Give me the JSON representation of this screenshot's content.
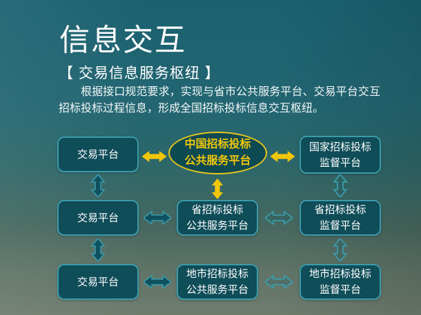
{
  "slide": {
    "title": "信息交互",
    "subtitle": "【 交易信息服务枢纽 】",
    "paragraph": "根据接口规范要求，实现与省市公共服务平台、交易平台交互招标投标过程信息，形成全国招标投标信息交互枢纽。"
  },
  "diagram": {
    "hub": {
      "line1": "中国招标投标",
      "line2": "公共服务平台"
    },
    "row1": {
      "trading": "交易平台",
      "national_line1": "国家招标投标",
      "national_line2": "监督平台"
    },
    "row2": {
      "trading": "交易平台",
      "service_line1": "省招标投标",
      "service_line2": "公共服务平台",
      "supervision_line1": "省招标投标",
      "supervision_line2": "监督平台"
    },
    "row3": {
      "trading": "交易平台",
      "service_line1": "地市招标投标",
      "service_line2": "公共服务平台",
      "supervision_line1": "地市招标投标",
      "supervision_line2": "监督平台"
    }
  },
  "colors": {
    "accent_yellow": "#f2c70b",
    "node_fill": "#0f4d58",
    "node_border": "#3b9bab",
    "background_top": "#1b6170",
    "background_bottom": "#6e7c6e",
    "text": "#ffffff"
  }
}
